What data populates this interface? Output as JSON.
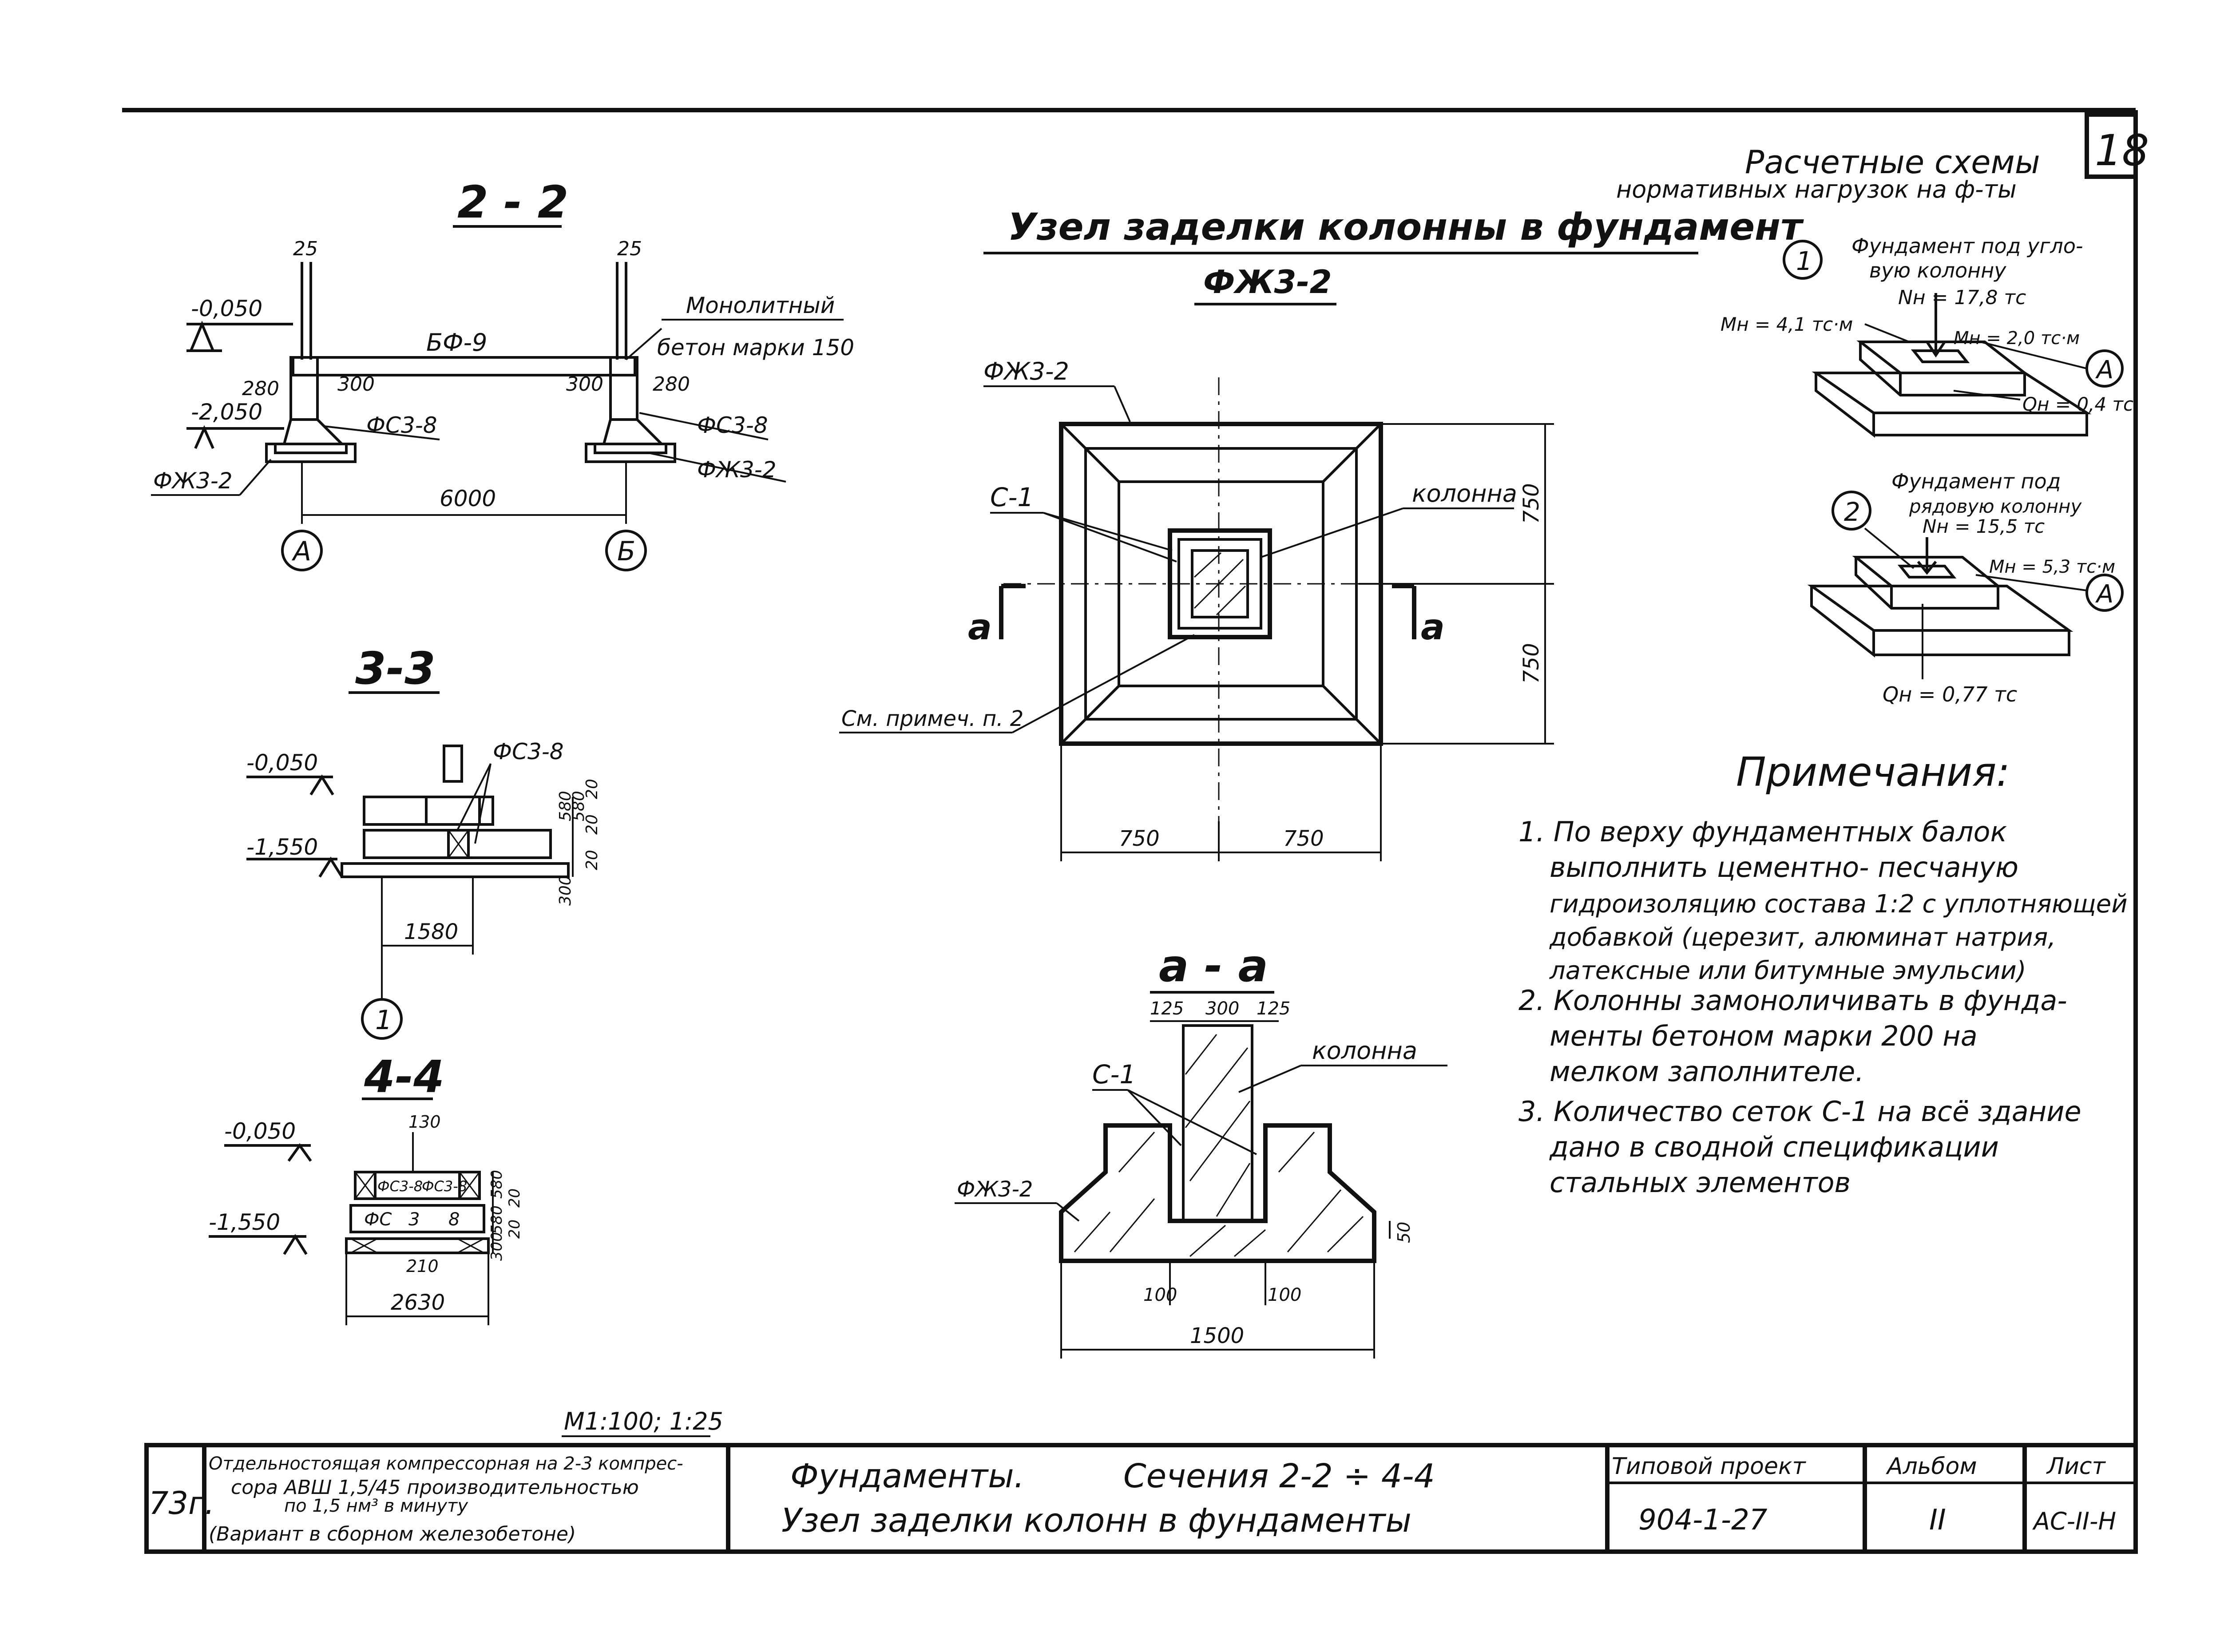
{
  "sheet": {
    "number": "18",
    "scale": "М1:100; 1:25"
  },
  "section_22": {
    "title": "2 - 2",
    "dim_25_left": "25",
    "dim_25_right": "25",
    "level_top": "-0,050",
    "level_bottom": "-2,050",
    "beam": "БФ-9",
    "dim_280_left": "280",
    "dim_280_right": "280",
    "dim_300_left": "300",
    "dim_300_right": "300",
    "concrete_note_line1": "Монолитный",
    "concrete_note_line2": "бетон марки 150",
    "fs_left": "ФС3-8",
    "fs_right": "ФС3-8",
    "fzh_left": "ФЖ3-2",
    "fzh_right": "ФЖ3-2",
    "span": "6000",
    "axis_a": "А",
    "axis_b": "Б"
  },
  "section_33": {
    "title": "3-3",
    "level_top": "-0,050",
    "level_bottom": "-1,550",
    "label": "ФС3-8",
    "dim_580_a": "580",
    "dim_580_b": "580",
    "dim_300": "300",
    "dim_20_a": "20",
    "dim_20_b": "20",
    "dim_20_c": "20",
    "dim_1580": "1580",
    "axis_1": "1"
  },
  "section_44": {
    "title": "4-4",
    "level_top": "-0,050",
    "level_bottom": "-1,550",
    "dim_130": "130",
    "block_left": "ФС3-8",
    "block_right": "ФС3-8",
    "block_fc": "ФС",
    "block_3": "3",
    "block_8": "8",
    "dim_580_a": "580",
    "dim_580_b": "580",
    "dim_300": "300",
    "dim_20_a": "20",
    "dim_20_b": "20",
    "dim_210": "210",
    "dim_2630": "2630"
  },
  "plan": {
    "title": "Узел заделки колонны в фундамент",
    "subtitle": "ФЖ3-2",
    "label_fzh": "ФЖ3-2",
    "label_c1": "С-1",
    "label_column": "колонна",
    "label_note": "См. примеч. п. 2",
    "cut_left": "а",
    "cut_right": "а",
    "dim_750_v1": "750",
    "dim_750_v2": "750",
    "dim_750_h1": "750",
    "dim_750_h2": "750"
  },
  "section_aa": {
    "title": "а - а",
    "dim_125_left": "125",
    "dim_300": "300",
    "dim_125_right": "125",
    "label_column": "колонна",
    "label_c1": "С-1",
    "label_fzh": "ФЖ3-2",
    "dim_50": "50",
    "dim_100_left": "100",
    "dim_100_right": "100",
    "dim_1500": "1500"
  },
  "schemes": {
    "title_line1": "Расчетные схемы",
    "title_line2": "нормативных нагрузок на ф-ты",
    "s1_marker": "1",
    "s1_caption_line1": "Фундамент под угло-",
    "s1_caption_line2": "вую колонну",
    "s1_N": "Nн = 17,8 тс",
    "s1_M1": "Мн = 4,1 тс·м",
    "s1_M2": "Мн = 2,0 тс·м",
    "s1_Q": "Qн = 0,4 тс",
    "s1_axis": "А",
    "s2_marker": "2",
    "s2_caption_line1": "Фундамент под",
    "s2_caption_line2": "рядовую колонну",
    "s2_N": "Nн = 15,5 тс",
    "s2_M": "Мн = 5,3 тс·м",
    "s2_Q": "Qн = 0,77 тс",
    "s2_axis": "А"
  },
  "notes": {
    "heading": "Примечания:",
    "n1_l1": "1. По верху фундаментных балок",
    "n1_l2": "выполнить цементно- песчаную",
    "n1_l3": "гидроизоляцию состава 1:2 с уплотняющей",
    "n1_l4": "добавкой (церезит, алюминат натрия,",
    "n1_l5": "латексные или битумные эмульсии)",
    "n2_l1": "2. Колонны замоноличивать в фунда-",
    "n2_l2": "менты бетоном марки 200 на",
    "n2_l3": "мелком заполнителе.",
    "n3_l1": "3. Количество сеток С-1 на всё здание",
    "n3_l2": "дано в сводной спецификации",
    "n3_l3": "стальных элементов"
  },
  "title_block": {
    "year": "73г.",
    "project_l1": "Отдельностоящая компрессорная на 2-3 компрес-",
    "project_l2": "сора АВШ 1,5/45 производительностью",
    "project_l3": "по 1,5 нм³ в минуту",
    "project_l4": "(Вариант в сборном железобетоне)",
    "sheet_title_l1a": "Фундаменты.",
    "sheet_title_l1b": "Сечения 2-2 ÷ 4-4",
    "sheet_title_l2": "Узел заделки колонн в фундаменты",
    "typical_label": "Типовой проект",
    "typical_value": "904-1-27",
    "album_label": "Альбом",
    "album_value": "II",
    "sheet_label": "Лист",
    "sheet_value": "АС-II-Н"
  }
}
